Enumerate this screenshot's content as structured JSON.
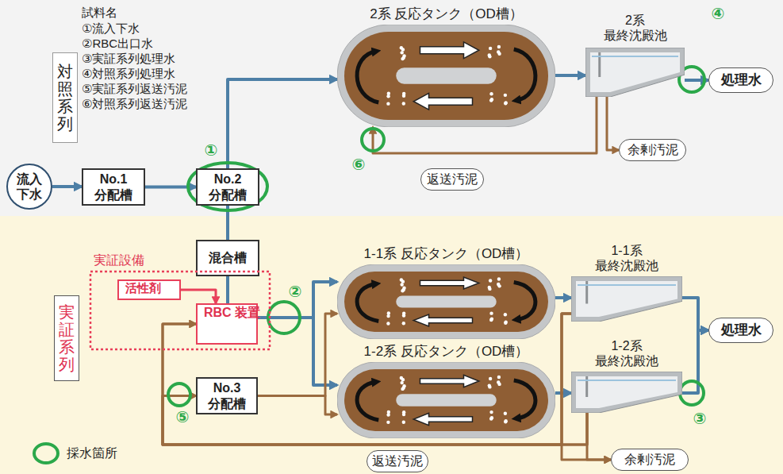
{
  "diagram": {
    "nodes": [
      {
        "text": [
          "対照系列"
        ]
      },
      {
        "text": [
          "実証系列"
        ]
      },
      {
        "text": [
          "流入 下水"
        ]
      },
      {
        "text": [
          "No.1 分配槽"
        ]
      },
      {
        "text": [
          "No.2 分配槽"
        ]
      },
      {
        "text": [
          "混合槽"
        ]
      },
      {
        "text": [
          "実証設備"
        ]
      },
      {
        "text": [
          "活性剤"
        ],
        "in": 6
      },
      {
        "text": [
          "RBC 装置"
        ],
        "in": 6
      },
      {
        "text": [
          "No.3 分配槽"
        ]
      },
      {
        "text": [
          "2系 反応タンク（OD槽）"
        ]
      },
      {
        "text": [
          "2系 最終沈殿池"
        ]
      },
      {
        "text": [
          "処理水"
        ]
      },
      {
        "text": [
          "余剰汚泥"
        ]
      },
      {
        "text": [
          "返送汚泥"
        ]
      },
      {
        "text": [
          "1-1系 反応タンク（OD槽）"
        ]
      },
      {
        "text": [
          "1-1系 最終沈殿池"
        ]
      },
      {
        "text": [
          "1-2系 反応タンク（OD槽）"
        ]
      },
      {
        "text": [
          "1-2系 最終沈殿池"
        ]
      },
      {
        "text": [
          "処理水"
        ]
      },
      {
        "text": [
          "余剰汚泥"
        ]
      },
      {
        "text": [
          "返送汚泥"
        ]
      }
    ],
    "edges": [
      {
        "from": 2,
        "to": 3,
        "arrow": "to"
      },
      {
        "from": 3,
        "to": 4,
        "arrow": "to"
      },
      {
        "from": 4,
        "to": 10,
        "arrow": "to"
      },
      {
        "from": 4,
        "to": 5,
        "arrow": "none"
      },
      {
        "from": 5,
        "to": 8,
        "arrow": "none"
      },
      {
        "from": 7,
        "to": 8,
        "arrow": "to"
      },
      {
        "from": 8,
        "to": 15,
        "arrow": "to"
      },
      {
        "from": 8,
        "to": 17,
        "arrow": "to"
      },
      {
        "from": 9,
        "to": 15,
        "arrow": "to"
      },
      {
        "from": 9,
        "to": 17,
        "arrow": "to"
      },
      {
        "from": 10,
        "to": 11,
        "arrow": "to"
      },
      {
        "from": 11,
        "to": 12,
        "arrow": "to"
      },
      {
        "from": 11,
        "to": 13,
        "arrow": "to"
      },
      {
        "from": 11,
        "to": 10,
        "arrow": "to"
      },
      {
        "from": 15,
        "to": 16,
        "arrow": "to"
      },
      {
        "from": 17,
        "to": 18,
        "arrow": "to"
      },
      {
        "from": 16,
        "to": 19,
        "arrow": "to"
      },
      {
        "from": 18,
        "to": 19,
        "arrow": "to"
      },
      {
        "from": 16,
        "to": 20,
        "arrow": "to"
      },
      {
        "from": 18,
        "to": 20,
        "arrow": "to"
      },
      {
        "from": 16,
        "to": 9,
        "arrow": "to"
      },
      {
        "from": 18,
        "to": 9,
        "arrow": "to"
      },
      {
        "from": 16,
        "to": 8,
        "arrow": "to"
      },
      {
        "from": 18,
        "to": 8,
        "arrow": "to"
      }
    ],
    "labels": [
      "試料名",
      "①流入下水",
      "②RBC出口水",
      "③実証系列処理水",
      "④対照系列処理水",
      "⑤実証系列返送汚泥",
      "⑥対照系列返送汚泥",
      "①",
      "②",
      "③",
      "④",
      "⑤",
      "⑥"
    ],
    "legend": [
      {
        "text": "採水箇所"
      }
    ]
  }
}
